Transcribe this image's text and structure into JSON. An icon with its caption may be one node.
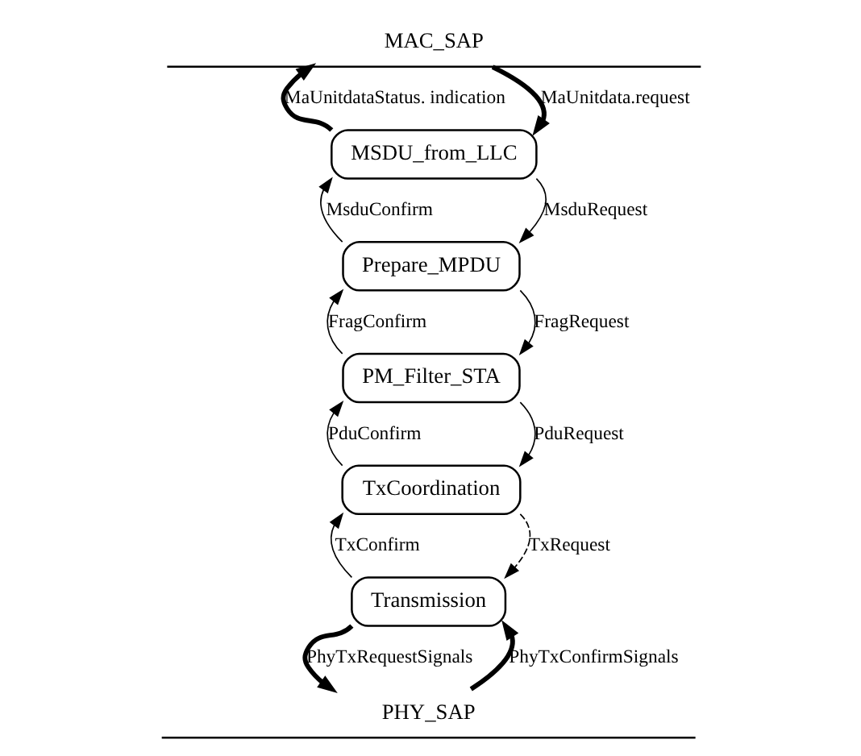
{
  "diagram": {
    "nodes": [
      {
        "text": [
          "MAC_SAP"
        ]
      },
      {
        "text": [
          "MSDU_from_LLC"
        ]
      },
      {
        "text": [
          "Prepare_MPDU"
        ]
      },
      {
        "text": [
          "PM_Filter_STA"
        ]
      },
      {
        "text": [
          "TxCoordination"
        ]
      },
      {
        "text": [
          "Transmission"
        ]
      },
      {
        "text": [
          "PHY_SAP"
        ]
      }
    ],
    "edges": [
      {
        "from": 1,
        "to": 0,
        "arrow": "to",
        "label": "MaUnitdataStatus. indication",
        "style": "thick"
      },
      {
        "from": 0,
        "to": 1,
        "arrow": "to",
        "label": "MaUnitdata.request",
        "style": "thick"
      },
      {
        "from": 2,
        "to": 1,
        "arrow": "to",
        "label": "MsduConfirm"
      },
      {
        "from": 1,
        "to": 2,
        "arrow": "to",
        "label": "MsduRequest"
      },
      {
        "from": 3,
        "to": 2,
        "arrow": "to",
        "label": "FragConfirm"
      },
      {
        "from": 2,
        "to": 3,
        "arrow": "to",
        "label": "FragRequest"
      },
      {
        "from": 4,
        "to": 3,
        "arrow": "to",
        "label": "PduConfirm"
      },
      {
        "from": 3,
        "to": 4,
        "arrow": "to",
        "label": "PduRequest"
      },
      {
        "from": 5,
        "to": 4,
        "arrow": "to",
        "label": "TxConfirm"
      },
      {
        "from": 4,
        "to": 5,
        "arrow": "to",
        "label": "TxRequest",
        "style": "dashed"
      },
      {
        "from": 5,
        "to": 6,
        "arrow": "to",
        "label": "PhyTxRequestSignals",
        "style": "thick"
      },
      {
        "from": 6,
        "to": 5,
        "arrow": "to",
        "label": "PhyTxConfirmSignals",
        "style": "thick"
      }
    ]
  }
}
